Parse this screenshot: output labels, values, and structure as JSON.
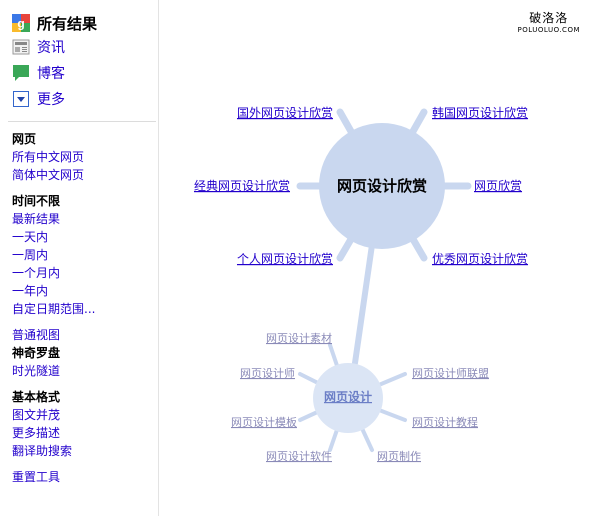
{
  "logo": {
    "text": "破洛洛",
    "subtext": "POLUOLUO.COM"
  },
  "sidebar": {
    "modes": [
      {
        "label": "所有结果",
        "icon": "google-icon"
      },
      {
        "label": "资讯",
        "icon": "news-icon"
      },
      {
        "label": "博客",
        "icon": "blog-icon"
      },
      {
        "label": "更多",
        "icon": "dropdown-icon"
      }
    ],
    "web": {
      "heading": "网页",
      "links": [
        "所有中文网页",
        "简体中文网页"
      ]
    },
    "time": {
      "heading": "时间不限",
      "links": [
        "最新结果",
        "一天内",
        "一周内",
        "一个月内",
        "一年内",
        "自定日期范围..."
      ]
    },
    "views": {
      "links": [
        "普通视图",
        "神奇罗盘",
        "时光隧道"
      ],
      "active": "神奇罗盘"
    },
    "format": {
      "heading": "基本格式",
      "links": [
        "图文并茂",
        "更多描述",
        "翻译助搜索"
      ]
    },
    "reset": "重置工具"
  },
  "wonder_wheel": {
    "center": "网页设计欣赏",
    "links": [
      "国外网页设计欣赏",
      "韩国网页设计欣赏",
      "经典网页设计欣赏",
      "网页欣赏",
      "个人网页设计欣赏",
      "优秀网页设计欣赏"
    ],
    "sub_center": "网页设计",
    "sub_links": [
      "网页设计素材",
      "网页设计师",
      "网页设计师联盟",
      "网页设计模板",
      "网页设计教程",
      "网页设计软件",
      "网页制作"
    ],
    "colors": {
      "main_circle": "#c9d7ef",
      "sub_circle": "#dbe5f5",
      "link": "#2200cc",
      "faded_link": "#8a8ab8"
    }
  }
}
